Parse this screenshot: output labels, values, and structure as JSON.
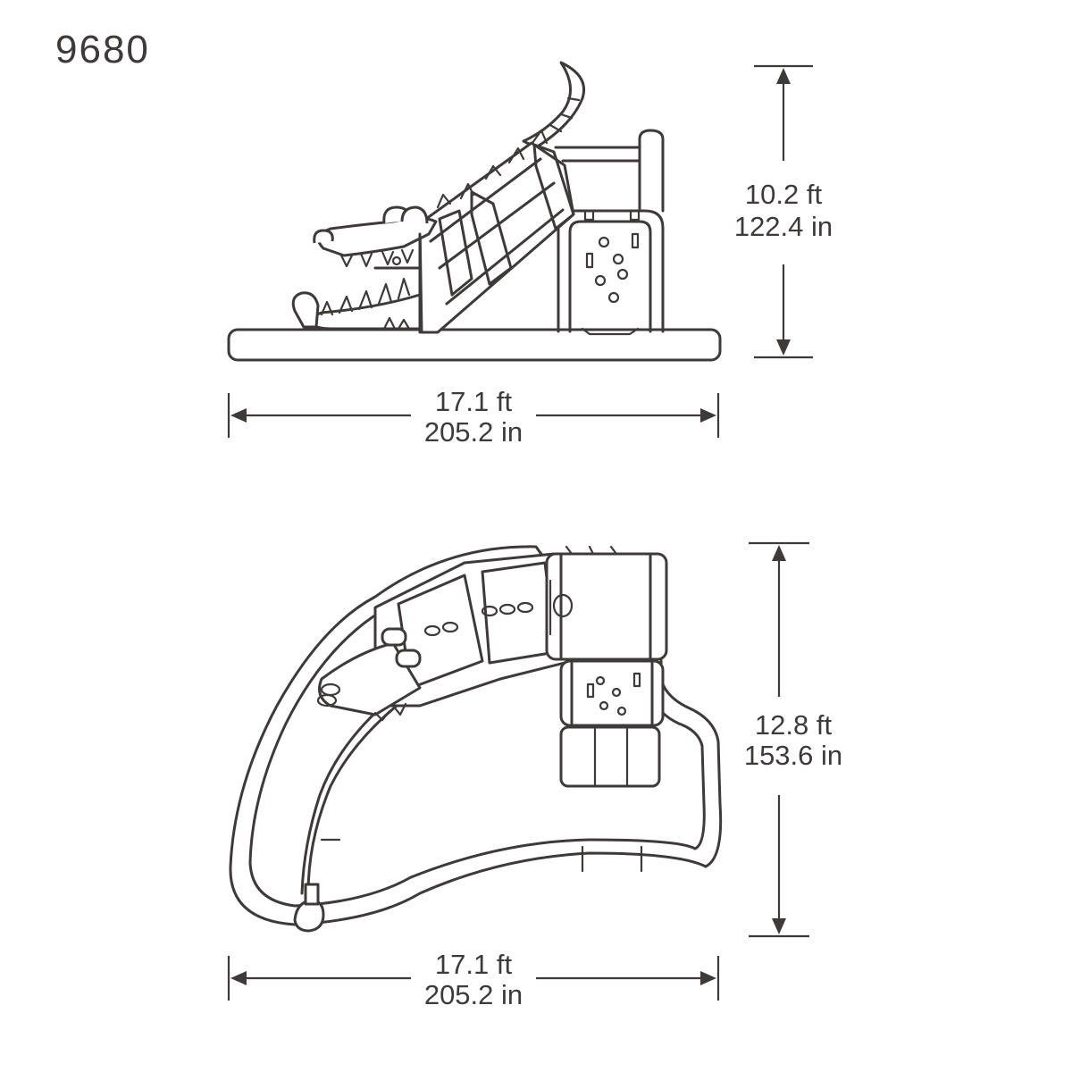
{
  "model_number": "9680",
  "side_view": {
    "height_ft": "10.2 ft",
    "height_in": "122.4 in",
    "width_ft": "17.1 ft",
    "width_in": "205.2 in"
  },
  "top_view": {
    "depth_ft": "12.8 ft",
    "depth_in": "153.6 in",
    "width_ft": "17.1 ft",
    "width_in": "205.2 in"
  }
}
